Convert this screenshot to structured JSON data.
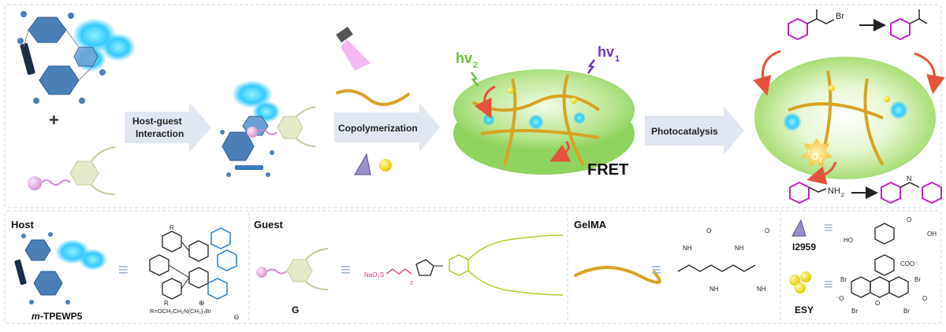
{
  "top": {
    "plus_sign": "+",
    "arrow_host_guest_line1": "Host-guest",
    "arrow_host_guest_line2": "Interaction",
    "arrow_copolymerization": "Copolymerization",
    "hv2_base": "hv",
    "hv2_sub": "2",
    "hv1_base": "hv",
    "hv1_sub": "1",
    "fret_label": "FRET",
    "arrow_photocatalysis": "Photocatalysis",
    "singlet_oxygen_sup": "1",
    "singlet_oxygen_base": "O",
    "singlet_oxygen_sub": "2",
    "bromo_label": "Br",
    "amine_label": "NH",
    "amine_sub": "2",
    "imine_label": "N"
  },
  "bottom": {
    "host_title": "Host",
    "host_name_italic": "m",
    "host_name_rest": "-TPEWP5",
    "host_r": "R",
    "host_r_def": "R=OCH₂CH₂N(CH₃)₃Br",
    "host_plus": "⊕",
    "host_minus": "⊖",
    "guest_title": "Guest",
    "guest_name": "G",
    "guest_naso3": "NaO₃S",
    "guest_n_sub": "2",
    "gelma_title": "GelMA",
    "gelma_nh": "NH",
    "gelma_o": "O",
    "i2959_name": "I2959",
    "i2959_ho": "HO",
    "i2959_oh": "OH",
    "i2959_o": "O",
    "esy_name": "ESY",
    "esy_coo": "COO⁻",
    "esy_br": "Br",
    "esy_ominus": "⁻O",
    "esy_o": "O",
    "equiv": "≡"
  },
  "colors": {
    "arrow_fill": "#e1e7f1",
    "host_blue": "#5b8fc2",
    "glow_cyan": "#2fd3ff",
    "guest_pink": "#e08bd6",
    "chain_gold": "#d8a323",
    "gel_green": "#8fd35f",
    "red_arrow": "#e5533c",
    "hv2_green": "#6bbf3a",
    "hv1_purple": "#6f35c4",
    "bromo_magenta": "#c31fc7",
    "guest_sulfonate_pink": "#e0307e",
    "guest_yellow_green": "#b6c62a",
    "tpe_blue": "#1f7fd1"
  }
}
